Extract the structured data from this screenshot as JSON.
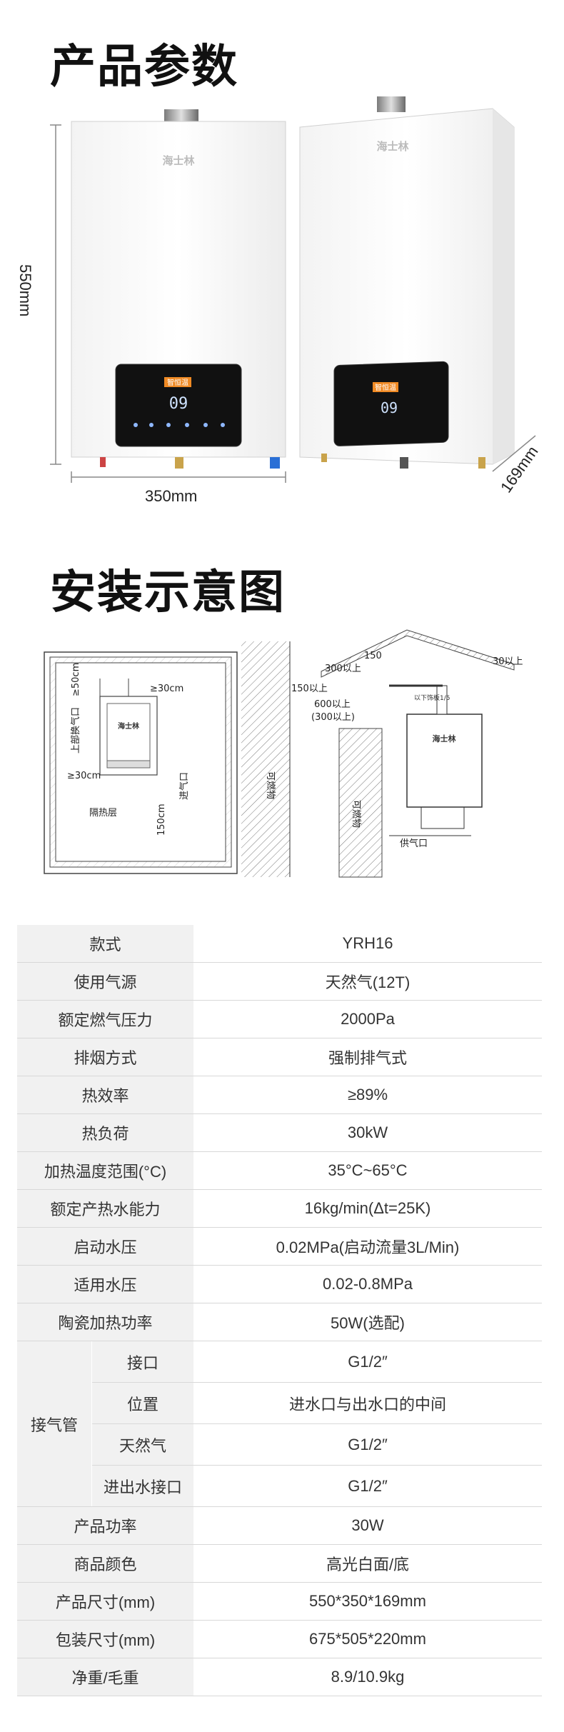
{
  "section1_title": "产品参数",
  "section2_title": "安装示意图",
  "dimensions": {
    "height": "550mm",
    "width": "350mm",
    "depth": "169mm"
  },
  "brand": "海士林",
  "panel": {
    "display_number": "09",
    "badge": "智恒温"
  },
  "diagram_labels": {
    "left": {
      "gap_top": "≥50cm",
      "gap_right": "≥30cm",
      "gap_left": "≥30cm",
      "gap_bottom": "150cm",
      "insulation": "隔热层",
      "exhaust": "上部换气口",
      "intake": "进气口",
      "brand": "海士林"
    },
    "right": {
      "v150": "150",
      "v300": "300以上",
      "v30": "30以上",
      "v150b": "150以上",
      "v600": "600以上",
      "v300b": "(300以上)",
      "combustible1": "可燃物",
      "combustible2": "可燃物",
      "gas_inlet": "供气口",
      "brand": "海士林",
      "note": "以下饰板1/5"
    }
  },
  "specs": [
    {
      "key": "款式",
      "value": "YRH16"
    },
    {
      "key": "使用气源",
      "value": "天然气(12T)"
    },
    {
      "key": "额定燃气压力",
      "value": "2000Pa"
    },
    {
      "key": "排烟方式",
      "value": "强制排气式"
    },
    {
      "key": "热效率",
      "value": "≥89%"
    },
    {
      "key": "热负荷",
      "value": "30kW"
    },
    {
      "key": "加热温度范围(°C)",
      "value": "35°C~65°C"
    },
    {
      "key": "额定产热水能力",
      "value": "16kg/min(Δt=25K)"
    },
    {
      "key": "启动水压",
      "value": "0.02MPa(启动流量3L/Min)"
    },
    {
      "key": "适用水压",
      "value": "0.02-0.8MPa"
    },
    {
      "key": "陶瓷加热功率",
      "value": "50W(选配)"
    }
  ],
  "gas_pipe_group": {
    "label": "接气管",
    "rows": [
      {
        "key": "接口",
        "value": "G1/2″"
      },
      {
        "key": "位置",
        "value": "进水口与出水口的中间"
      },
      {
        "key": "天然气",
        "value": "G1/2″"
      },
      {
        "key": "进出水接口",
        "value": "G1/2″"
      }
    ]
  },
  "specs2": [
    {
      "key": "产品功率",
      "value": "30W"
    },
    {
      "key": "商品颜色",
      "value": "高光白面/底"
    },
    {
      "key": "产品尺寸(mm)",
      "value": "550*350*169mm"
    },
    {
      "key": "包装尺寸(mm)",
      "value": "675*505*220mm"
    },
    {
      "key": "净重/毛重",
      "value": "8.9/10.9kg"
    }
  ]
}
